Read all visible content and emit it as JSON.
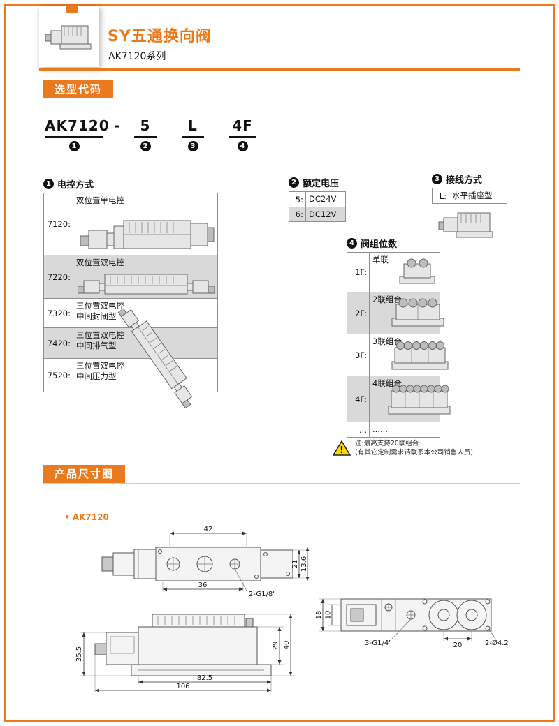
{
  "colors": {
    "accent": "#EA7A1E",
    "row_shade": "#D9D9D9",
    "warning_yellow": "#FFD800"
  },
  "header": {
    "title": "SY五通换向阀",
    "subtitle": "AK7120系列"
  },
  "selection": {
    "badge": "选型代码",
    "code": [
      {
        "text": "AK7120",
        "marker": "1"
      },
      {
        "text": "-",
        "marker": ""
      },
      {
        "text": "5",
        "marker": "2"
      },
      {
        "text": "L",
        "marker": "3"
      },
      {
        "text": "4F",
        "marker": "4"
      }
    ],
    "t1": {
      "marker": "1",
      "title": "电控方式",
      "rows": [
        {
          "code": "7120:",
          "line1": "双位置单电控",
          "line2": ""
        },
        {
          "code": "7220:",
          "line1": "双位置双电控",
          "line2": ""
        },
        {
          "code": "7320:",
          "line1": "三位置双电控",
          "line2": "中间封闭型"
        },
        {
          "code": "7420:",
          "line1": "三位置双电控",
          "line2": "中间排气型"
        },
        {
          "code": "7520:",
          "line1": "三位置双电控",
          "line2": "中间压力型"
        }
      ]
    },
    "t2": {
      "marker": "2",
      "title": "额定电压",
      "rows": [
        {
          "code": "5:",
          "desc": "DC24V"
        },
        {
          "code": "6:",
          "desc": "DC12V"
        }
      ]
    },
    "t3": {
      "marker": "3",
      "title": "接线方式",
      "rows": [
        {
          "code": "L:",
          "desc": "水平插座型"
        }
      ]
    },
    "t4": {
      "marker": "4",
      "title": "阀组位数",
      "rows": [
        {
          "code": "1F:",
          "desc": "单联"
        },
        {
          "code": "2F:",
          "desc": "2联组合"
        },
        {
          "code": "3F:",
          "desc": "3联组合"
        },
        {
          "code": "4F:",
          "desc": "4联组合"
        },
        {
          "code": "...",
          "desc": "......"
        }
      ]
    },
    "note_line1": "注:最高支持20联组合",
    "note_line2": "(有其它定制需求请联系本公司销售人员)"
  },
  "dimensions_section": {
    "badge": "产品尺寸图",
    "model_label": "• AK7120",
    "top_view": {
      "d42": "42",
      "d36": "36",
      "thread": "2-G1/8\"",
      "dv1": "21",
      "dv2": "13.6"
    },
    "front_view": {
      "d355": "35.5",
      "d825": "82.5",
      "d106": "106",
      "d29": "29",
      "d40": "40"
    },
    "end_view": {
      "d18": "18",
      "d10": "10",
      "thread": "3-G1/4\"",
      "d20": "20",
      "holes": "2-Ø4.2"
    }
  }
}
